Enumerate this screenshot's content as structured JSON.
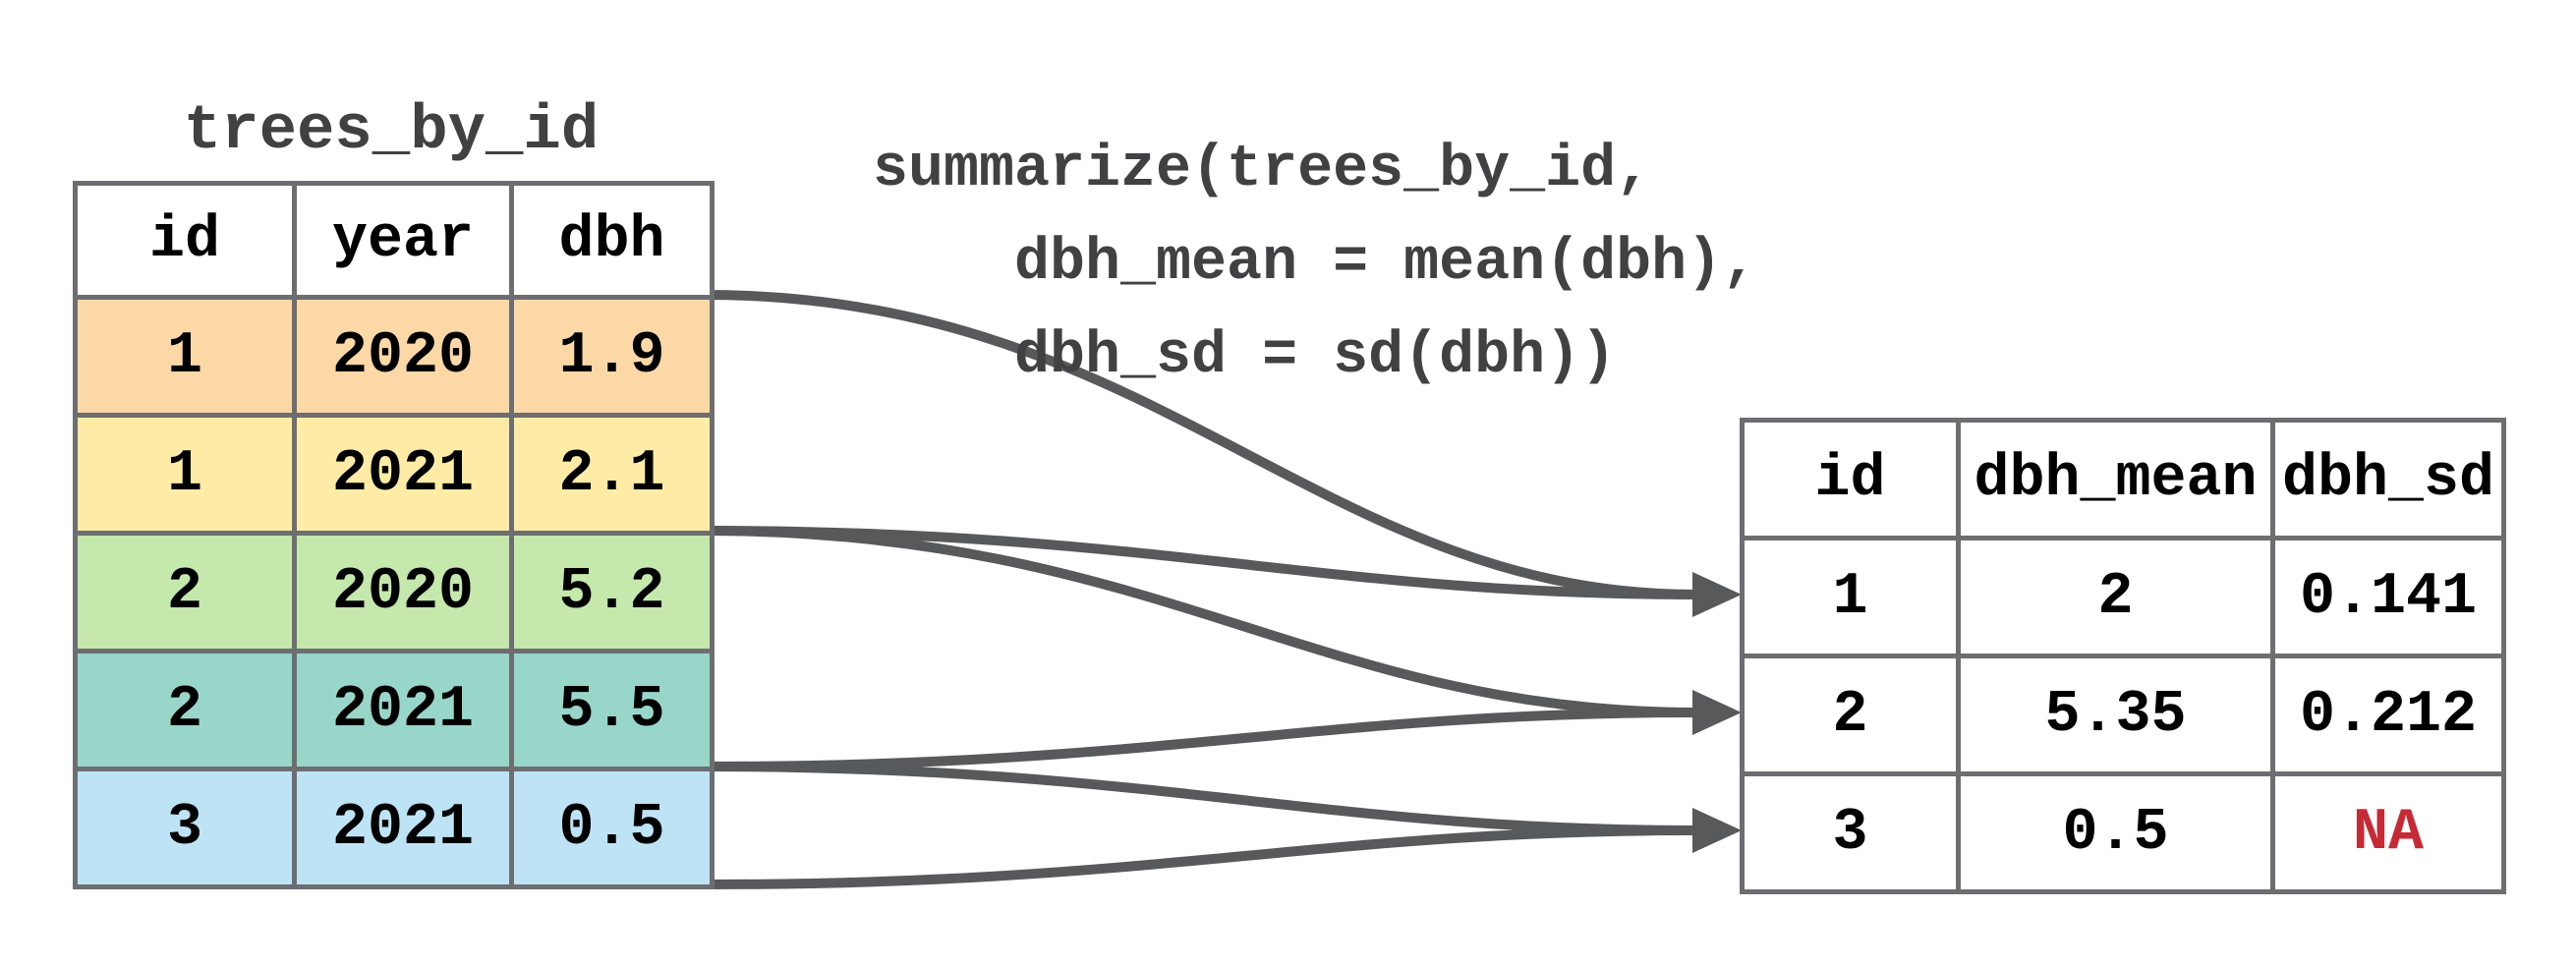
{
  "figure": {
    "source_table": {
      "title": "trees_by_id",
      "columns": [
        "id",
        "year",
        "dbh"
      ],
      "rows": [
        {
          "cells": [
            "1",
            "2020",
            "1.9"
          ],
          "color": "#FDD8A7"
        },
        {
          "cells": [
            "1",
            "2021",
            "2.1"
          ],
          "color": "#FEECA6"
        },
        {
          "cells": [
            "2",
            "2020",
            "5.2"
          ],
          "color": "#C5E8AC"
        },
        {
          "cells": [
            "2",
            "2021",
            "5.5"
          ],
          "color": "#99D6CA"
        },
        {
          "cells": [
            "3",
            "2021",
            "0.5"
          ],
          "color": "#BDE3F5"
        }
      ]
    },
    "code": {
      "text": "summarize(trees_by_id,\n    dbh_mean = mean(dbh),\n    dbh_sd = sd(dbh))"
    },
    "result_table": {
      "columns": [
        "id",
        "dbh_mean",
        "dbh_sd"
      ],
      "rows": [
        {
          "cells": [
            {
              "text": "1"
            },
            {
              "text": "2"
            },
            {
              "text": "0.141"
            }
          ]
        },
        {
          "cells": [
            {
              "text": "2"
            },
            {
              "text": "5.35"
            },
            {
              "text": "0.212"
            }
          ]
        },
        {
          "cells": [
            {
              "text": "3"
            },
            {
              "text": "0.5"
            },
            {
              "text": "NA",
              "color": "#C62A35"
            }
          ]
        }
      ]
    },
    "colors": {
      "arrow": "#58595B",
      "table_border": "#6D6E71",
      "code_text": "#414042",
      "cell_text": "#000000",
      "na_text": "#C62A35",
      "background": "#FFFFFF"
    }
  }
}
